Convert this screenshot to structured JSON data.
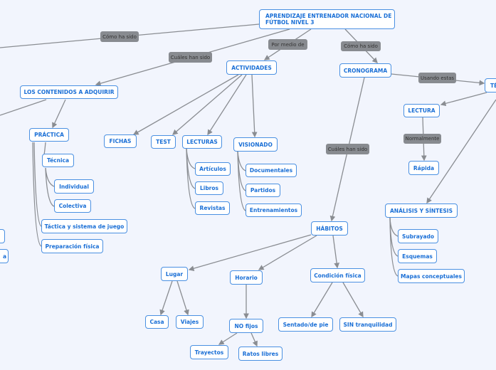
{
  "root": "APRENDIZAJE ENTRENADOR NACIONAL DE FÚTBOL NIVEL 3",
  "labels": {
    "como1": "Cómo ha sido",
    "cuales1": "Cuáles han sido",
    "por_medio": "Por medio de",
    "como2": "Cómo ha sido",
    "usando": "Usando estas",
    "normalmente": "Normalmente",
    "cuales2": "Cuáles han sido"
  },
  "nodes": {
    "actividades": "ACTIVIDADES",
    "cronograma": "CRONOGRAMA",
    "tecnicas": "TÉ",
    "contenidos": "LOS CONTENIDOS A ADQUIRIR",
    "practica": "PRÁCTICA",
    "fichas": "FICHAS",
    "test": "TEST",
    "lecturas": "LECTURAS",
    "visionado": "VISIONADO",
    "lectura": "LECTURA",
    "rapida": "Rápida",
    "tecnica": "Técnica",
    "individual": "Individual",
    "colectiva": "Colectiva",
    "tactica": "Táctica y sistema de juego",
    "preparacion": "Preparación física",
    "articulos": "Artículos",
    "libros": "Libros",
    "revistas": "Revistas",
    "documentales": "Documentales",
    "partidos": "Partidos",
    "entrenamientos": "Entrenamientos",
    "analisis": "ANÁLISIS Y SÍNTESIS",
    "subrayado": "Subrayado",
    "esquemas": "Esquemas",
    "mapas": "Mapas conceptuales",
    "habitos": "HÁBITOS",
    "lugar": "Lugar",
    "horario": "Horario",
    "condicion": "Condición física",
    "casa": "Casa",
    "viajes": "Viajes",
    "sentado": "Sentado/de pie",
    "sin": "SIN tranquilidad",
    "nofijos": "NO fijos",
    "trayectos": "Trayectos",
    "ratos": "Ratos libres",
    "partial2": "a"
  }
}
